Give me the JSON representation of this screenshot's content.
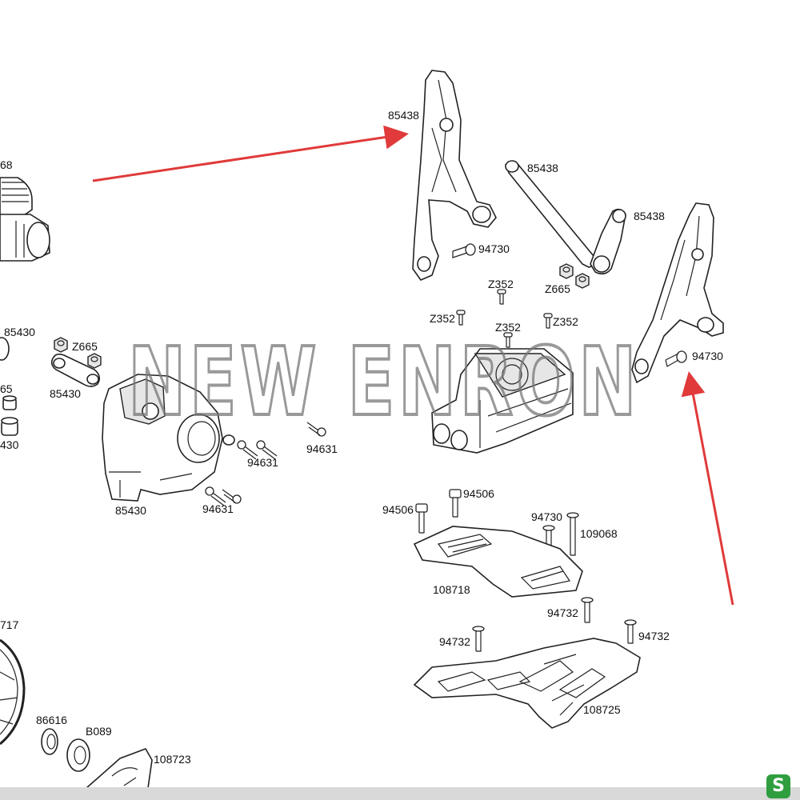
{
  "watermark": "NEW ENRON",
  "logo_letter": "S",
  "colors": {
    "arrow": "#e03a3a",
    "line": "#222222",
    "watermark": "#777777",
    "logo": "#2f9e3f"
  },
  "labels": {
    "clip_68": "68",
    "clip_85430": "85430",
    "clip_65": "65",
    "clip_430": "430",
    "clip_717": "717",
    "arm_upper_left": "85438",
    "link_middle": "85438",
    "arm_right": "85438",
    "screw_94730_left": "94730",
    "z352_top": "Z352",
    "z665_right": "Z665",
    "z352_left": "Z352",
    "z352_right": "Z352",
    "z352_center": "Z352",
    "screw_94730_right": "94730",
    "z665_left": "Z665",
    "link_85430_left": "85430",
    "screw_94631_a": "94631",
    "screw_94631_b": "94631",
    "screw_94631_c": "94631",
    "gearbox_85430": "85430",
    "screw_94506_a": "94506",
    "screw_94506_b": "94506",
    "screw_94730_plate": "94730",
    "screw_109068": "109068",
    "plate_108718": "108718",
    "screw_94732_a": "94732",
    "screw_94732_b": "94732",
    "screw_94732_c": "94732",
    "chassis_108725": "108725",
    "bearing_86616": "86616",
    "bearing_b089": "B089",
    "bracket_108723": "108723"
  }
}
